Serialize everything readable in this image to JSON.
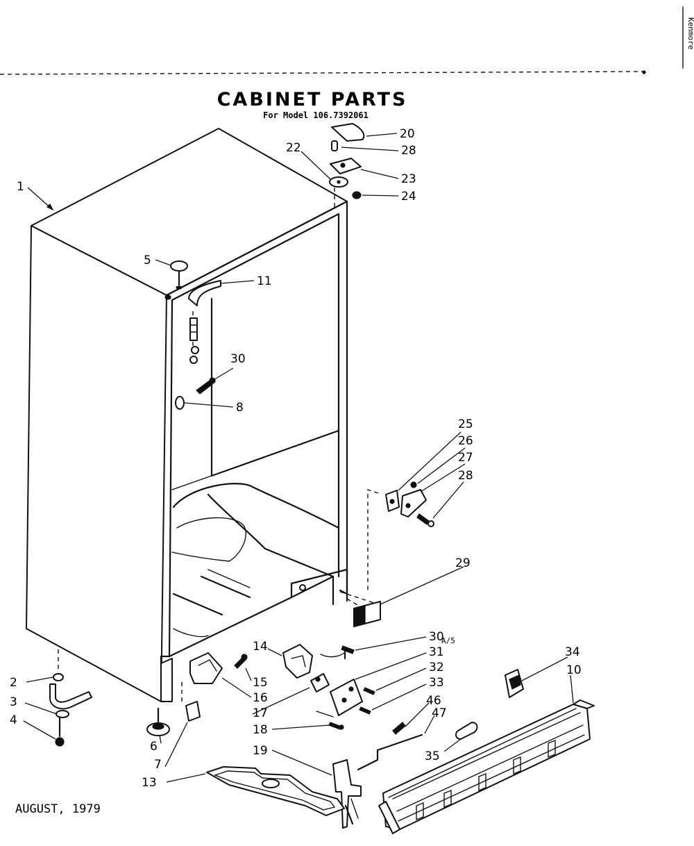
{
  "header": {
    "title": "CABINET PARTS",
    "subtitle": "For Model 106.7392061",
    "side_stamp": "Kenmore"
  },
  "footer": {
    "date": "AUGUST, 1979",
    "note": "A/5"
  },
  "callouts": [
    {
      "id": "c1",
      "label": "1"
    },
    {
      "id": "c2",
      "label": "2"
    },
    {
      "id": "c3",
      "label": "3"
    },
    {
      "id": "c4",
      "label": "4"
    },
    {
      "id": "c5",
      "label": "5"
    },
    {
      "id": "c6",
      "label": "6"
    },
    {
      "id": "c7",
      "label": "7"
    },
    {
      "id": "c8",
      "label": "8"
    },
    {
      "id": "c10",
      "label": "10"
    },
    {
      "id": "c11",
      "label": "11"
    },
    {
      "id": "c13",
      "label": "13"
    },
    {
      "id": "c14",
      "label": "14"
    },
    {
      "id": "c15",
      "label": "15"
    },
    {
      "id": "c16",
      "label": "16"
    },
    {
      "id": "c17",
      "label": "17"
    },
    {
      "id": "c18",
      "label": "18"
    },
    {
      "id": "c19",
      "label": "19"
    },
    {
      "id": "c20",
      "label": "20"
    },
    {
      "id": "c22",
      "label": "22"
    },
    {
      "id": "c23",
      "label": "23"
    },
    {
      "id": "c24",
      "label": "24"
    },
    {
      "id": "c25",
      "label": "25"
    },
    {
      "id": "c26",
      "label": "26"
    },
    {
      "id": "c27",
      "label": "27"
    },
    {
      "id": "c28a",
      "label": "28"
    },
    {
      "id": "c28b",
      "label": "28"
    },
    {
      "id": "c29",
      "label": "29"
    },
    {
      "id": "c30a",
      "label": "30"
    },
    {
      "id": "c30b",
      "label": "30"
    },
    {
      "id": "c31",
      "label": "31"
    },
    {
      "id": "c32",
      "label": "32"
    },
    {
      "id": "c33",
      "label": "33"
    },
    {
      "id": "c34",
      "label": "34"
    },
    {
      "id": "c35",
      "label": "35"
    },
    {
      "id": "c46",
      "label": "46"
    },
    {
      "id": "c47",
      "label": "47"
    }
  ]
}
